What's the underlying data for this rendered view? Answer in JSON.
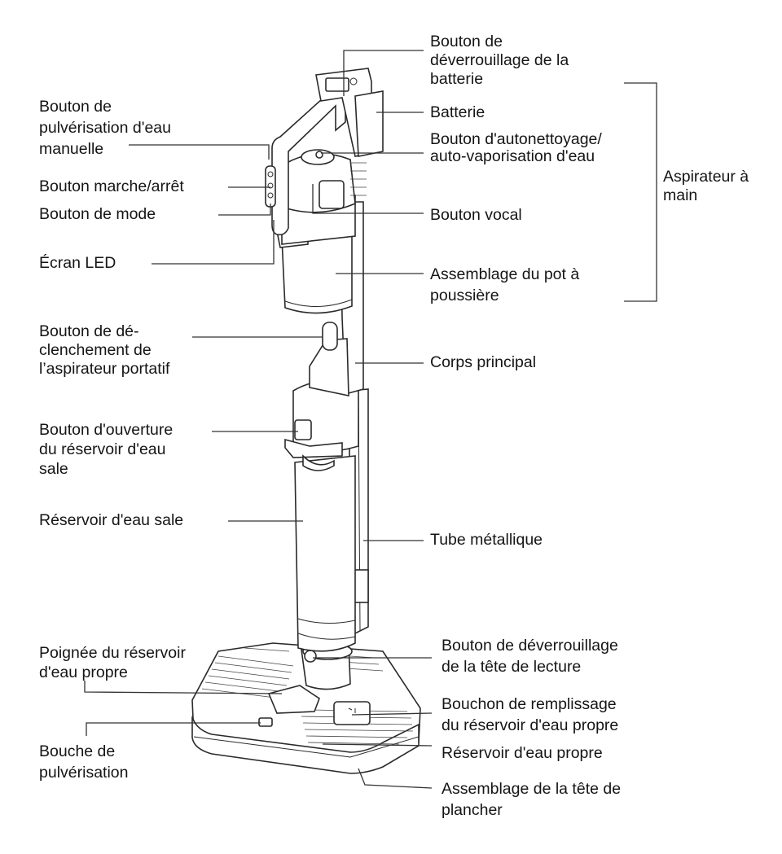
{
  "labels": {
    "bouton_deverrouillage_batterie": "Bouton de\ndéverrouillage de la\nbatterie",
    "batterie": "Batterie",
    "bouton_autonettoyage": "Bouton d'autonettoyage/\nauto-vaporisation d'eau",
    "aspirateur_main": "Aspirateur à\nmain",
    "bouton_vocal": "Bouton vocal",
    "assemblage_pot": "Assemblage du pot à\npoussière",
    "corps_principal": "Corps principal",
    "tube_metallique": "Tube métallique",
    "bouton_deverrouillage_tete": "Bouton de déverrouillage\nde la tête de lecture",
    "bouchon_remplissage": "Bouchon de remplissage\ndu réservoir d'eau propre",
    "reservoir_propre": "Réservoir d'eau propre",
    "assemblage_tete": "Assemblage de la tête de\nplancher",
    "bouton_pulverisation": "Bouton de\npulvérisation d'eau\nmanuelle",
    "bouton_marche": "Bouton marche/arrêt",
    "bouton_mode": "Bouton de mode",
    "ecran_led": "Écran LED",
    "bouton_declenchement": "Bouton de dé-\nclenchement de\nl’aspirateur portatif",
    "bouton_ouverture": "Bouton d'ouverture\ndu réservoir d'eau\nsale",
    "reservoir_sale": "Réservoir d'eau sale",
    "poignee": "Poignée du réservoir\nd'eau propre",
    "bouche": "Bouche de\npulvérisation"
  }
}
